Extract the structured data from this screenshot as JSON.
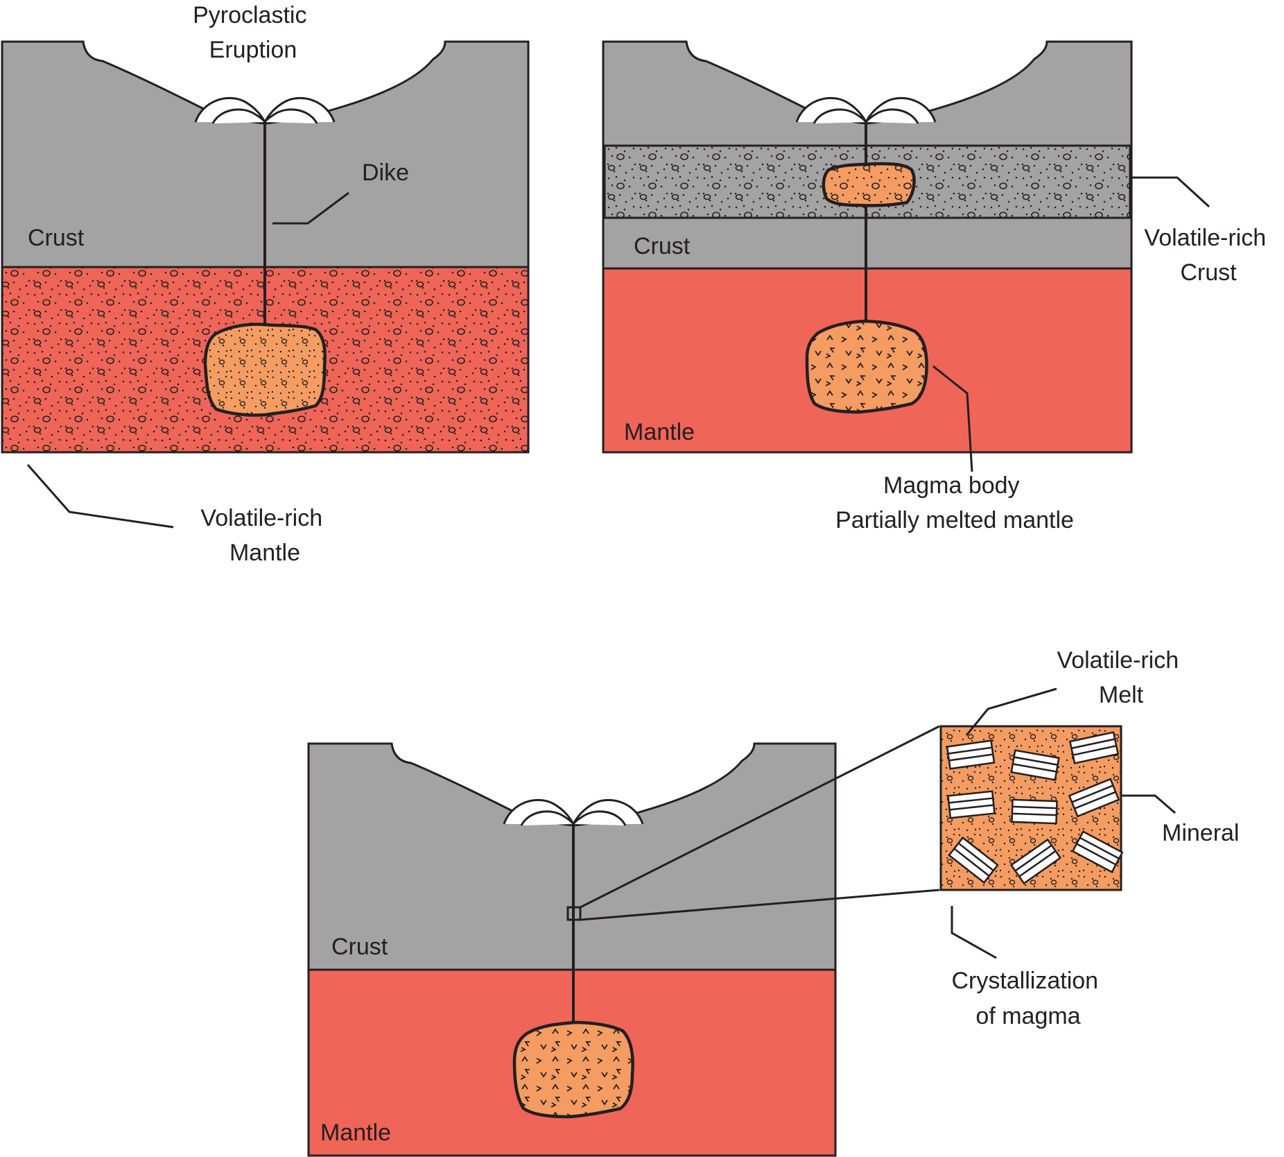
{
  "colors": {
    "crust": "#a3a3a3",
    "mantle": "#ef6558",
    "magma": "#f49c62",
    "outline": "#231f20",
    "background": "#ffffff"
  },
  "panels": [
    {
      "id": "panel-1",
      "labels": {
        "eruption": [
          "Pyroclastic",
          "Eruption"
        ],
        "dike": "Dike",
        "crust": "Crust",
        "volatile_mantle": [
          "Volatile-rich",
          "Mantle"
        ]
      }
    },
    {
      "id": "panel-2",
      "labels": {
        "crust": "Crust",
        "mantle": "Mantle",
        "volatile_crust": [
          "Volatile-rich",
          "Crust"
        ],
        "magma_body": [
          "Magma body",
          "Partially melted mantle"
        ]
      }
    },
    {
      "id": "panel-3",
      "labels": {
        "crust": "Crust",
        "mantle": "Mantle",
        "volatile_melt": [
          "Volatile-rich",
          "Melt"
        ],
        "mineral": "Mineral",
        "crystallization": [
          "Crystallization",
          "of magma"
        ]
      }
    }
  ]
}
